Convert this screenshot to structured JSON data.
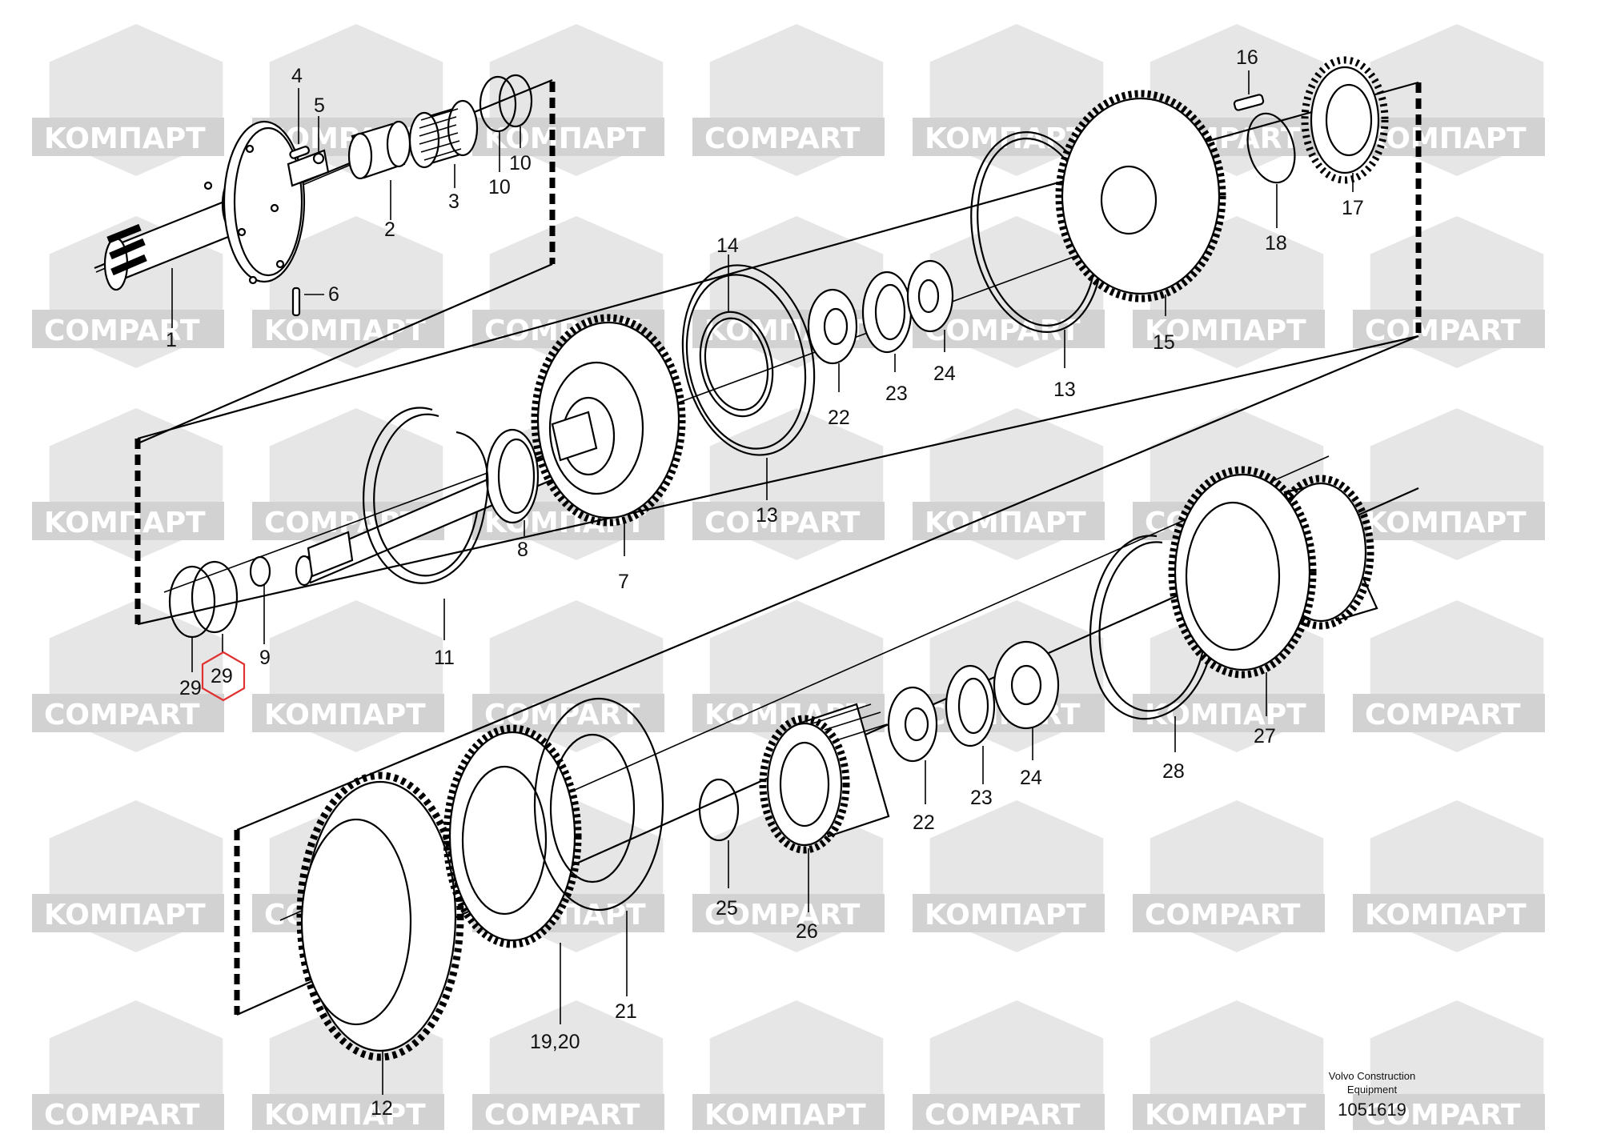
{
  "diagram": {
    "watermarks": [
      "KOMПAPT",
      "COMPART"
    ],
    "callouts": {
      "c1": "1",
      "c2": "2",
      "c3": "3",
      "c4": "4",
      "c5": "5",
      "c6": "6",
      "c7": "7",
      "c8": "8",
      "c9": "9",
      "c10a": "10",
      "c10b": "10",
      "c11": "11",
      "c12": "12",
      "c13a": "13",
      "c13b": "13",
      "c14": "14",
      "c15": "15",
      "c16": "16",
      "c17": "17",
      "c18": "18",
      "c1920": "19,20",
      "c21": "21",
      "c22a": "22",
      "c22b": "22",
      "c23a": "23",
      "c23b": "23",
      "c24a": "24",
      "c24b": "24",
      "c25": "25",
      "c26": "26",
      "c27": "27",
      "c28": "28",
      "c29a": "29",
      "c29b": "29"
    },
    "highlight": {
      "label": "29",
      "color": "#e03030"
    },
    "footer": {
      "company_line1": "Volvo Construction",
      "company_line2": "Equipment",
      "drawing_number": "1051619"
    }
  }
}
